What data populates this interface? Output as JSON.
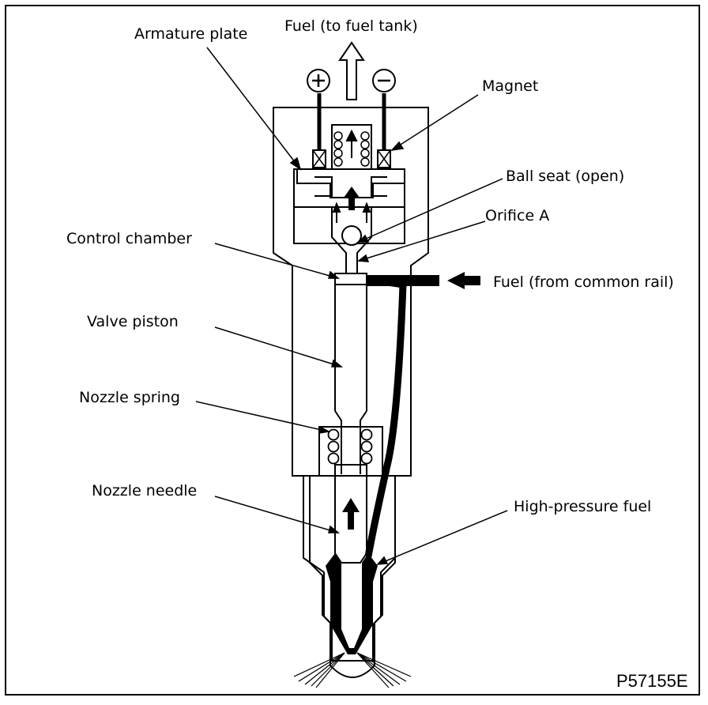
{
  "labels": {
    "fuel_out": "Fuel (to fuel tank)",
    "armature": "Armature plate",
    "magnet": "Magnet",
    "ball_seat": "Ball seat (open)",
    "orifice": "Orifice A",
    "control_chamber": "Control chamber",
    "fuel_in": "Fuel (from common rail)",
    "valve_piston": "Valve piston",
    "nozzle_spring": "Nozzle spring",
    "nozzle_needle": "Nozzle needle",
    "high_pressure": "High-pressure fuel"
  },
  "figure_code": "P57155E",
  "terminals": {
    "positive": "+",
    "negative": "−"
  }
}
